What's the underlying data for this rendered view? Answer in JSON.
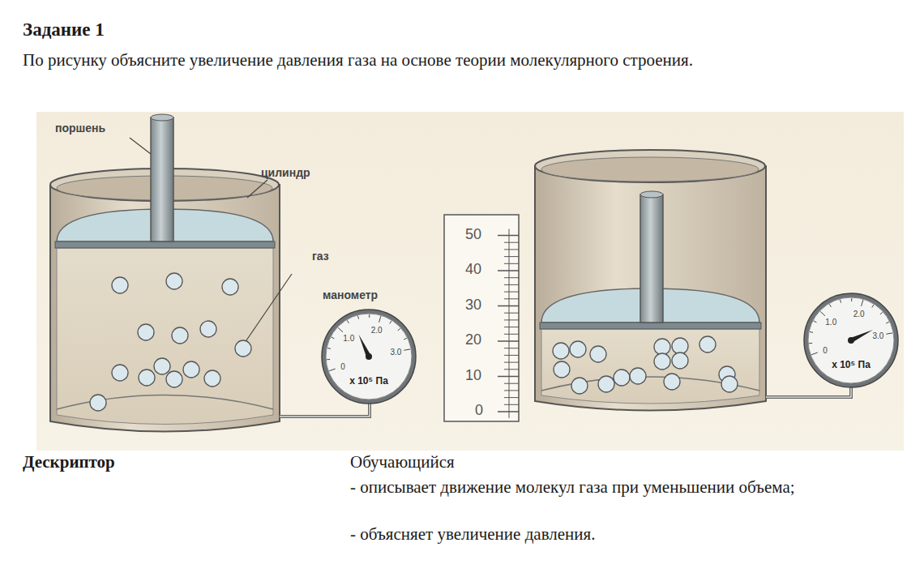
{
  "diagram": {
    "title": "Задание 1",
    "nodes": [
      {
        "text": [
          "0",
          "1.0",
          "2.0",
          "3.0",
          "x 10⁵ Па"
        ]
      },
      {
        "text": [
          "0",
          "1.0",
          "2.0",
          "3.0",
          "x 10⁵ Па"
        ]
      }
    ],
    "labels": [
      "По рисунку объясните увеличение давления газа на основе теории молекулярного строения.",
      "поршень",
      "цилиндр",
      "газ",
      "манометр",
      "50",
      "40",
      "30",
      "20",
      "10",
      "0",
      "Дескриптор",
      "Обучающийся",
      "- описывает движение молекул газа при уменьшении объема;",
      "- объясняет увеличение давления."
    ]
  }
}
